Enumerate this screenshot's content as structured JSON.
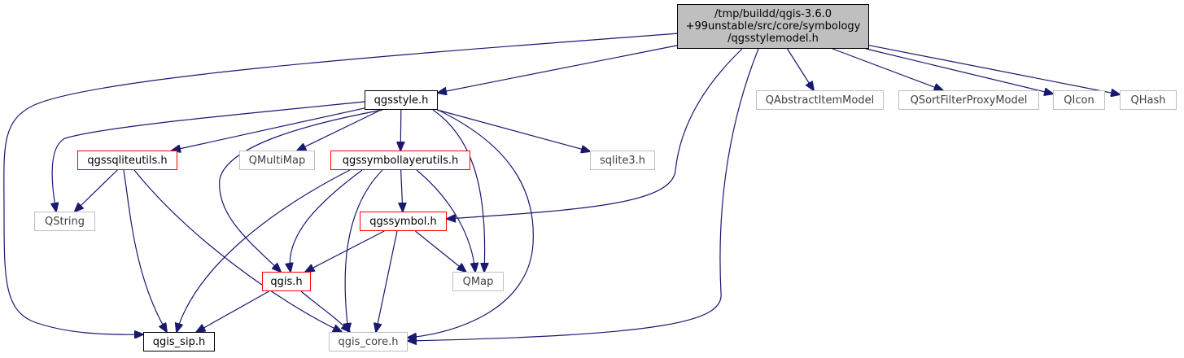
{
  "colors": {
    "edge": "#191970",
    "root_fill": "#bfbfbf",
    "border_black": "#000000",
    "border_red": "#ff0000",
    "border_gray": "#bfbfbf",
    "text_gray": "#404040"
  },
  "nodes": [
    {
      "id": "root",
      "label": "/tmp/buildd/qgis-3.6.0\n+99unstable/src/core/symbology\n/qgsstylemodel.h",
      "style": "root",
      "interactable": false
    },
    {
      "id": "qgsstyle",
      "label": "qgsstyle.h",
      "style": "black",
      "interactable": true
    },
    {
      "id": "qabstractitemmodel",
      "label": "QAbstractItemModel",
      "style": "gray",
      "interactable": false
    },
    {
      "id": "qsortfilterproxymodel",
      "label": "QSortFilterProxyModel",
      "style": "gray",
      "interactable": false
    },
    {
      "id": "qicon",
      "label": "QIcon",
      "style": "gray",
      "interactable": false
    },
    {
      "id": "qhash",
      "label": "QHash",
      "style": "gray",
      "interactable": false
    },
    {
      "id": "qgssqliteutils",
      "label": "qgssqliteutils.h",
      "style": "red",
      "interactable": true
    },
    {
      "id": "qmultimap",
      "label": "QMultiMap",
      "style": "gray",
      "interactable": false
    },
    {
      "id": "qgssymbollayerutils",
      "label": "qgssymbollayerutils.h",
      "style": "red",
      "interactable": true
    },
    {
      "id": "sqlite3",
      "label": "sqlite3.h",
      "style": "gray",
      "interactable": false
    },
    {
      "id": "qstring",
      "label": "QString",
      "style": "gray",
      "interactable": false
    },
    {
      "id": "qgssymbol",
      "label": "qgssymbol.h",
      "style": "red",
      "interactable": true
    },
    {
      "id": "qgis",
      "label": "qgis.h",
      "style": "red",
      "interactable": true
    },
    {
      "id": "qmap",
      "label": "QMap",
      "style": "gray",
      "interactable": false
    },
    {
      "id": "qgis_sip",
      "label": "qgis_sip.h",
      "style": "black",
      "interactable": true
    },
    {
      "id": "qgis_core",
      "label": "qgis_core.h",
      "style": "gray",
      "interactable": false
    }
  ],
  "edges": [
    [
      "root",
      "qgsstyle"
    ],
    [
      "root",
      "qabstractitemmodel"
    ],
    [
      "root",
      "qsortfilterproxymodel"
    ],
    [
      "root",
      "qicon"
    ],
    [
      "root",
      "qhash"
    ],
    [
      "root",
      "qgssymbol"
    ],
    [
      "root",
      "qgis_sip"
    ],
    [
      "root",
      "qgis_core"
    ],
    [
      "qgsstyle",
      "qgssqliteutils"
    ],
    [
      "qgsstyle",
      "qmultimap"
    ],
    [
      "qgsstyle",
      "qgssymbollayerutils"
    ],
    [
      "qgsstyle",
      "sqlite3"
    ],
    [
      "qgsstyle",
      "qstring"
    ],
    [
      "qgsstyle",
      "qgis"
    ],
    [
      "qgsstyle",
      "qmap"
    ],
    [
      "qgsstyle",
      "qgis_core"
    ],
    [
      "qgssqliteutils",
      "qstring"
    ],
    [
      "qgssqliteutils",
      "qgis_sip"
    ],
    [
      "qgssqliteutils",
      "qgis_core"
    ],
    [
      "qgssymbollayerutils",
      "qgssymbol"
    ],
    [
      "qgssymbollayerutils",
      "qgis"
    ],
    [
      "qgssymbollayerutils",
      "qmap"
    ],
    [
      "qgssymbollayerutils",
      "qgis_sip"
    ],
    [
      "qgssymbollayerutils",
      "qgis_core"
    ],
    [
      "qgssymbol",
      "qgis"
    ],
    [
      "qgssymbol",
      "qmap"
    ],
    [
      "qgssymbol",
      "qgis_core"
    ],
    [
      "qgis",
      "qgis_sip"
    ],
    [
      "qgis",
      "qgis_core"
    ]
  ]
}
